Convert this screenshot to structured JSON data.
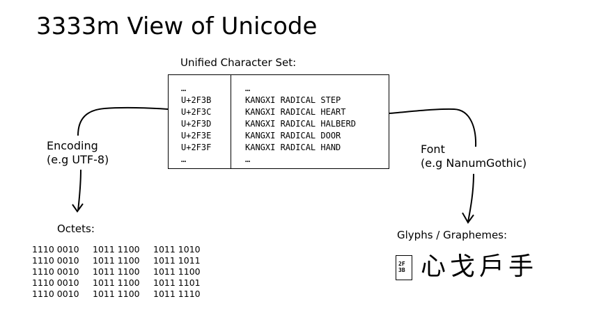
{
  "title": "3333m View of Unicode",
  "character_set": {
    "label": "Unified Character Set:",
    "rows": [
      {
        "code": "…",
        "name": "…"
      },
      {
        "code": "U+2F3B",
        "name": "KANGXI RADICAL STEP"
      },
      {
        "code": "U+2F3C",
        "name": "KANGXI RADICAL HEART"
      },
      {
        "code": "U+2F3D",
        "name": "KANGXI RADICAL HALBERD"
      },
      {
        "code": "U+2F3E",
        "name": "KANGXI RADICAL DOOR"
      },
      {
        "code": "U+2F3F",
        "name": "KANGXI RADICAL HAND"
      },
      {
        "code": "…",
        "name": "…"
      }
    ]
  },
  "encoding": {
    "line1": "Encoding",
    "line2": "(e.g UTF-8)"
  },
  "font": {
    "line1": "Font",
    "line2": "(e.g NanumGothic)"
  },
  "octets": {
    "label": "Octets:",
    "rows": [
      [
        "1110 0010",
        "1011 1100",
        "1011 1010"
      ],
      [
        "1110 0010",
        "1011 1100",
        "1011 1011"
      ],
      [
        "1110 0010",
        "1011 1100",
        "1011 1100"
      ],
      [
        "1110 0010",
        "1011 1100",
        "1011 1101"
      ],
      [
        "1110 0010",
        "1011 1100",
        "1011 1110"
      ]
    ]
  },
  "glyphs": {
    "label": "Glyphs / Graphemes:",
    "missing_box": "2F\n3B",
    "chars": "心戈戶手"
  }
}
